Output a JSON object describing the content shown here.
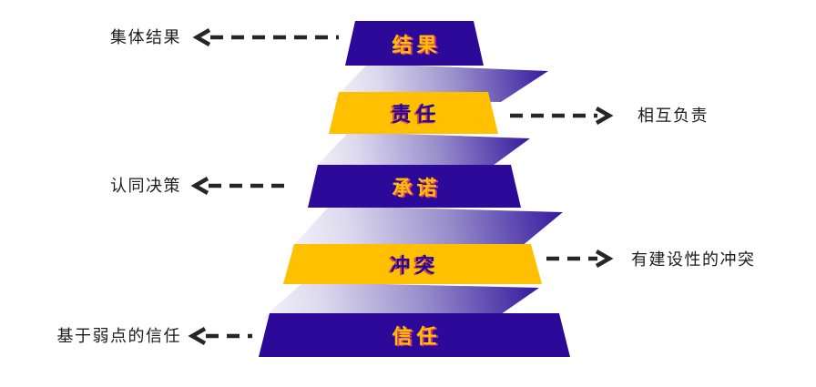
{
  "diagram": {
    "type": "segmented-pyramid",
    "levels": [
      {
        "label": "结果",
        "band_color": "#2d0999",
        "label_color": "#ffc000"
      },
      {
        "label": "责任",
        "band_color": "#ffc000",
        "label_color": "#23089a"
      },
      {
        "label": "承诺",
        "band_color": "#2d0999",
        "label_color": "#ffc000"
      },
      {
        "label": "冲突",
        "band_color": "#ffc000",
        "label_color": "#23089a"
      },
      {
        "label": "信任",
        "band_color": "#2d0999",
        "label_color": "#ffc000"
      }
    ],
    "annotations": [
      {
        "text": "集体结果",
        "side": "left"
      },
      {
        "text": "相互负责",
        "side": "right"
      },
      {
        "text": "认同决策",
        "side": "left"
      },
      {
        "text": "有建设性的冲突",
        "side": "right"
      },
      {
        "text": "基于弱点的信任",
        "side": "left"
      }
    ],
    "arrow_color": "#262626",
    "shadow_gradient_dark": "#34189e",
    "shadow_gradient_light": "#f4f3fa"
  }
}
